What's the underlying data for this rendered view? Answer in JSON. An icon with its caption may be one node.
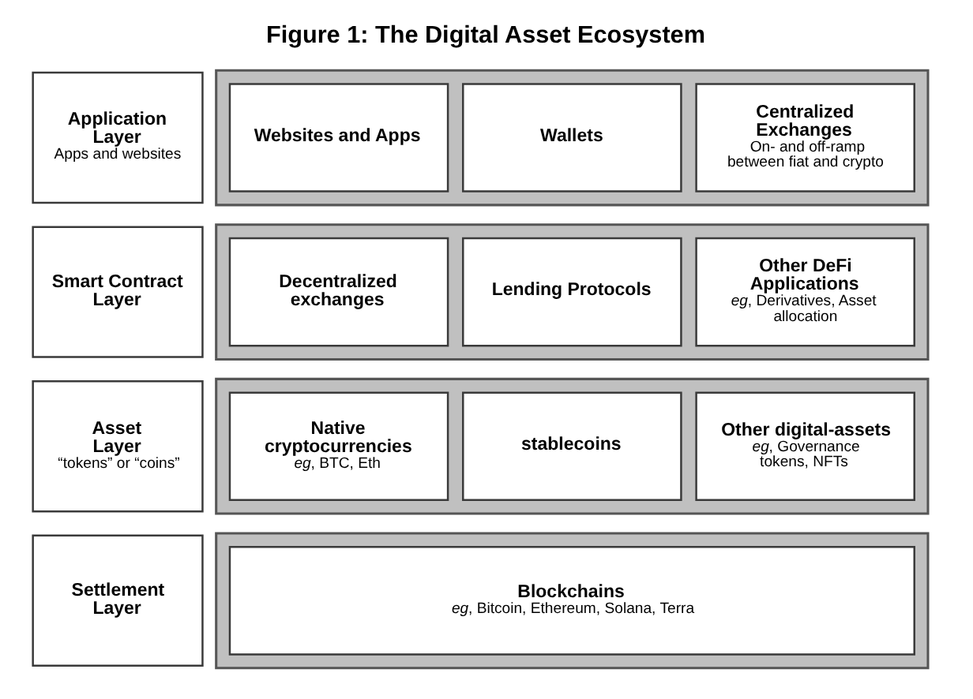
{
  "diagram": {
    "title": "Figure 1: The Digital Asset Ecosystem",
    "nodes": [
      {
        "text": [
          "Application Layer",
          "Apps and websites"
        ]
      },
      {
        "text": [],
        "shape": "box"
      },
      {
        "text": [
          "Websites and Apps"
        ],
        "in": 1
      },
      {
        "text": [
          "Wallets"
        ],
        "in": 1
      },
      {
        "text": [
          "Centralized Exchanges",
          "On- and off-ramp between fiat and crypto"
        ],
        "in": 1
      },
      {
        "text": [
          "Smart Contract Layer"
        ]
      },
      {
        "text": [],
        "shape": "box"
      },
      {
        "text": [
          "Decentralized exchanges"
        ],
        "in": 6
      },
      {
        "text": [
          "Lending Protocols"
        ],
        "in": 6
      },
      {
        "text": [
          "Other DeFi Applications",
          "*eg*, Derivatives, Asset allocation"
        ],
        "in": 6
      },
      {
        "text": [
          "Asset Layer",
          "“tokens” or “coins”"
        ]
      },
      {
        "text": [],
        "shape": "box"
      },
      {
        "text": [
          "Native cryptocurrencies",
          "*eg*, BTC, Eth"
        ],
        "in": 11
      },
      {
        "text": [
          "stablecoins"
        ],
        "in": 11
      },
      {
        "text": [
          "Other digital-assets",
          "*eg*, Governance tokens, NFTs"
        ],
        "in": 11
      },
      {
        "text": [
          "Settlement Layer"
        ]
      },
      {
        "text": [],
        "shape": "box"
      },
      {
        "text": [
          "Blockchains",
          "*eg*, Bitcoin, Ethereum, Solana, Terra"
        ],
        "in": 16
      }
    ]
  }
}
